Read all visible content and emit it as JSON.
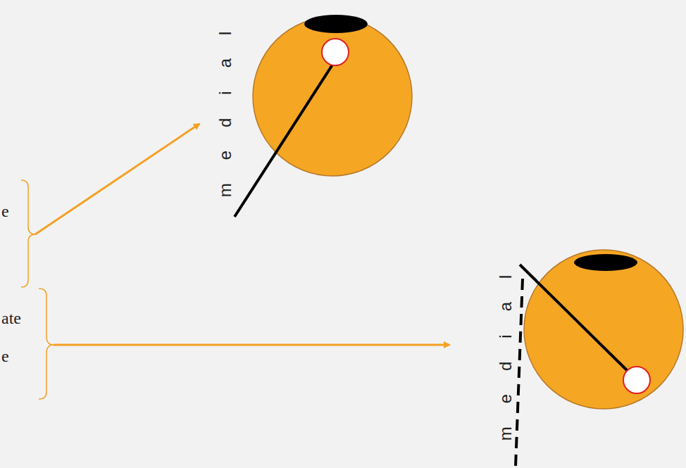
{
  "diagram": {
    "labels": [
      "medial",
      "e",
      "ate",
      "e",
      "medial"
    ]
  }
}
